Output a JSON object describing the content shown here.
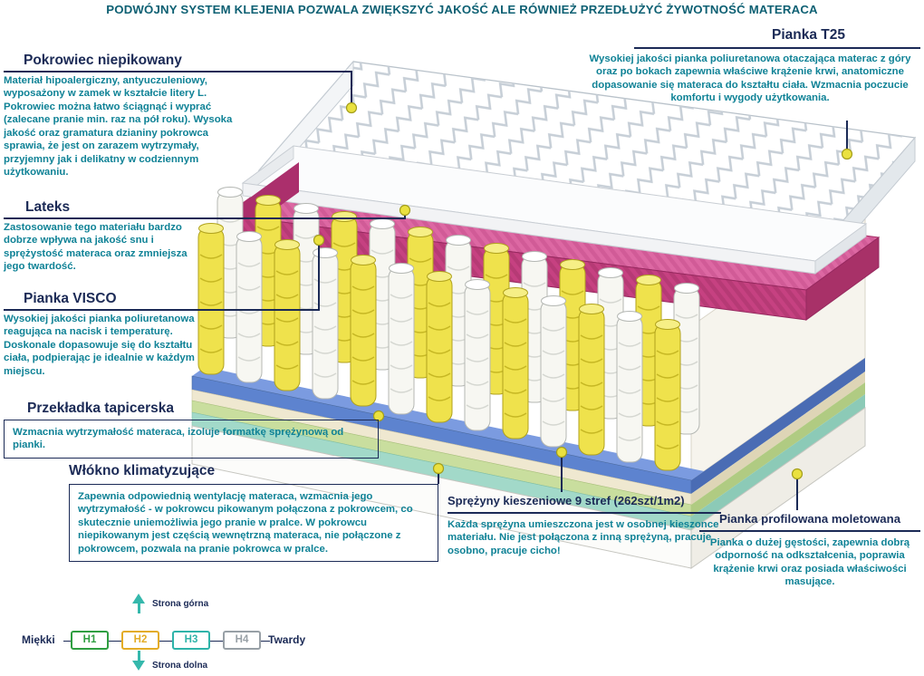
{
  "banner": "PODWÓJNY SYSTEM KLEJENIA POZWALA ZWIĘKSZYĆ JAKOŚĆ ALE RÓWNIEŻ PRZEDŁUŻYĆ ŻYWOTNOŚĆ MATERACA",
  "callouts": {
    "pokrowiec": {
      "title": "Pokrowiec niepikowany",
      "body": "Materiał hipoalergiczny, antyuczuleniowy, wyposażony w zamek w kształcie litery L. Pokrowiec można łatwo ściągnąć i wyprać (zalecane pranie min. raz na pół roku). Wysoka jakość oraz gramatura dzianiny pokrowca sprawia, że jest on zarazem wytrzymały, przyjemny jak i delikatny w codziennym użytkowaniu."
    },
    "lateks": {
      "title": "Lateks",
      "body": "Zastosowanie tego materiału bardzo dobrze wpływa na jakość snu i sprężystość materaca oraz zmniejsza jego twardość."
    },
    "visco": {
      "title": "Pianka VISCO",
      "body": "Wysokiej jakości pianka poliuretanowa reagująca na nacisk i temperaturę. Doskonale dopasowuje się do kształtu ciała, podpierając je idealnie w każdym miejscu."
    },
    "przekladka": {
      "title": "Przekładka tapicerska",
      "body": "Wzmacnia wytrzymałość materaca, izoluje formatkę sprężynową od pianki."
    },
    "wlokno": {
      "title": "Włókno klimatyzujące",
      "body": "Zapewnia odpowiednią wentylację materaca, wzmacnia jego wytrzymałość - w pokrowcu pikowanym połączona z pokrowcem, co skutecznie uniemożliwia jego pranie w pralce. W pokrowcu niepikowanym jest częścią wewnętrzną materaca, nie połączone z pokrowcem, pozwala na pranie pokrowca w pralce."
    },
    "t25": {
      "title": "Pianka T25",
      "body": "Wysokiej jakości pianka poliuretanowa otaczająca materac z góry oraz po bokach zapewnia właściwe krążenie krwi, anatomiczne dopasowanie się materaca do kształtu ciała. Wzmacnia poczucie komfortu i wygody użytkowania."
    },
    "sprezyny": {
      "title": "Sprężyny kieszeniowe 9 stref (262szt/1m2)",
      "body": "Każda sprężyna umieszczona jest w osobnej kieszonce materiału. Nie jest połączona z inną sprężyną, pracuje osobno, pracuje cicho!"
    },
    "profilowana": {
      "title": "Pianka profilowana moletowana",
      "body": "Pianka o dużej gęstości, zapewnia dobrą odporność na odkształcenia, poprawia krążenie krwi oraz posiada właściwości masujące."
    }
  },
  "scale": {
    "top_label": "Strona górna",
    "bottom_label": "Strona dolna",
    "left_label": "Miękki",
    "right_label": "Twardy",
    "levels": [
      {
        "label": "H1",
        "color": "#2f9e41"
      },
      {
        "label": "H2",
        "color": "#e3ac26"
      },
      {
        "label": "H3",
        "color": "#2fb3a9"
      },
      {
        "label": "H4",
        "color": "#98a0a6"
      }
    ]
  },
  "colors": {
    "banner_text": "#0d6073",
    "heading_navy": "#1b2a56",
    "body_teal": "#0f8296",
    "callout_dot": "#eae13f",
    "visco_pink": "#c64181",
    "spring_yellow": "#efe24c",
    "spring_white": "#f7f7f2",
    "layer_blue": "#5d83cf",
    "layer_cream": "#efe8d0",
    "layer_green": "#c9de9e",
    "layer_mint": "#a2d9c9",
    "arrow_teal": "#35b8ac"
  }
}
